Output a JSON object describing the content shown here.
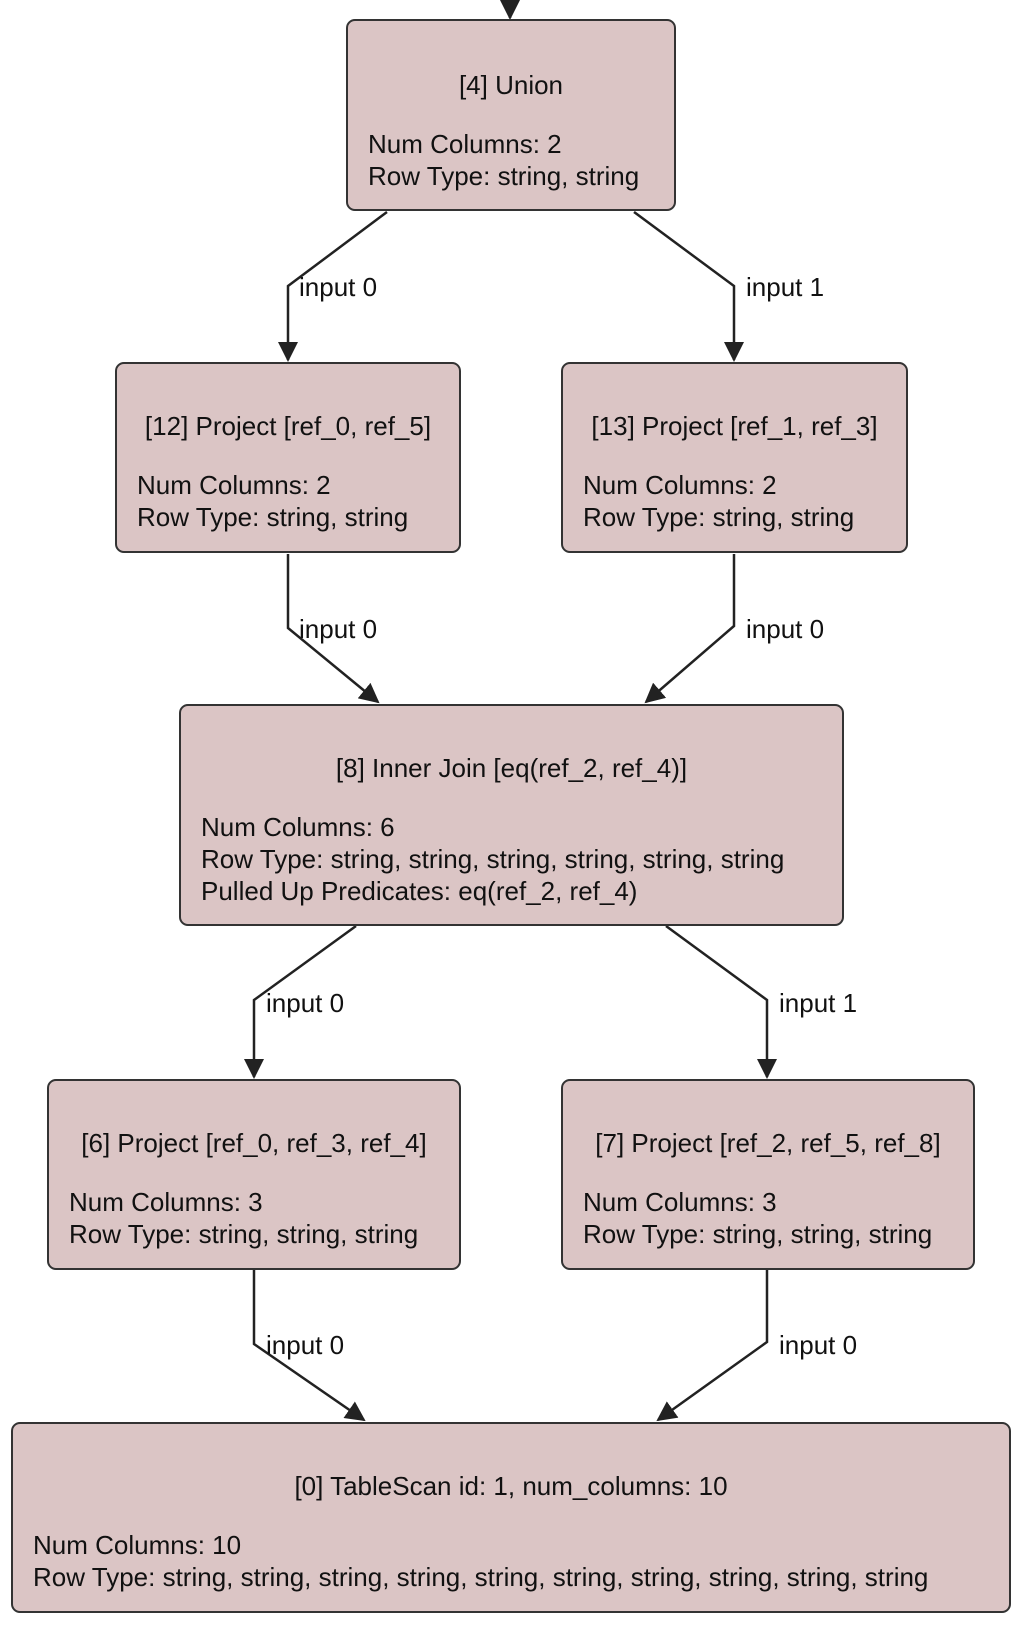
{
  "diagram": {
    "nodes": {
      "union4": {
        "title": "[4] Union",
        "lines": [
          "Num Columns: 2",
          "Row Type: string, string"
        ]
      },
      "project12": {
        "title": "[12] Project [ref_0, ref_5]",
        "lines": [
          "Num Columns: 2",
          "Row Type: string, string"
        ]
      },
      "project13": {
        "title": "[13] Project [ref_1, ref_3]",
        "lines": [
          "Num Columns: 2",
          "Row Type: string, string"
        ]
      },
      "join8": {
        "title": "[8] Inner Join [eq(ref_2, ref_4)]",
        "lines": [
          "Num Columns: 6",
          "Row Type: string, string, string, string, string, string",
          "Pulled Up Predicates: eq(ref_2, ref_4)"
        ]
      },
      "project6": {
        "title": "[6] Project [ref_0, ref_3, ref_4]",
        "lines": [
          "Num Columns: 3",
          "Row Type: string, string, string"
        ]
      },
      "project7": {
        "title": "[7] Project [ref_2, ref_5, ref_8]",
        "lines": [
          "Num Columns: 3",
          "Row Type: string, string, string"
        ]
      },
      "scan0": {
        "title": "[0] TableScan id: 1, num_columns: 10",
        "lines": [
          "Num Columns: 10",
          "Row Type: string, string, string, string, string, string, string, string, string, string"
        ]
      }
    },
    "edge_labels": {
      "union_to_p12": "input 0",
      "union_to_p13": "input 1",
      "p12_to_join": "input 0",
      "p13_to_join": "input 0",
      "join_to_p6": "input 0",
      "join_to_p7": "input 1",
      "p6_to_scan": "input 0",
      "p7_to_scan": "input 0"
    }
  }
}
